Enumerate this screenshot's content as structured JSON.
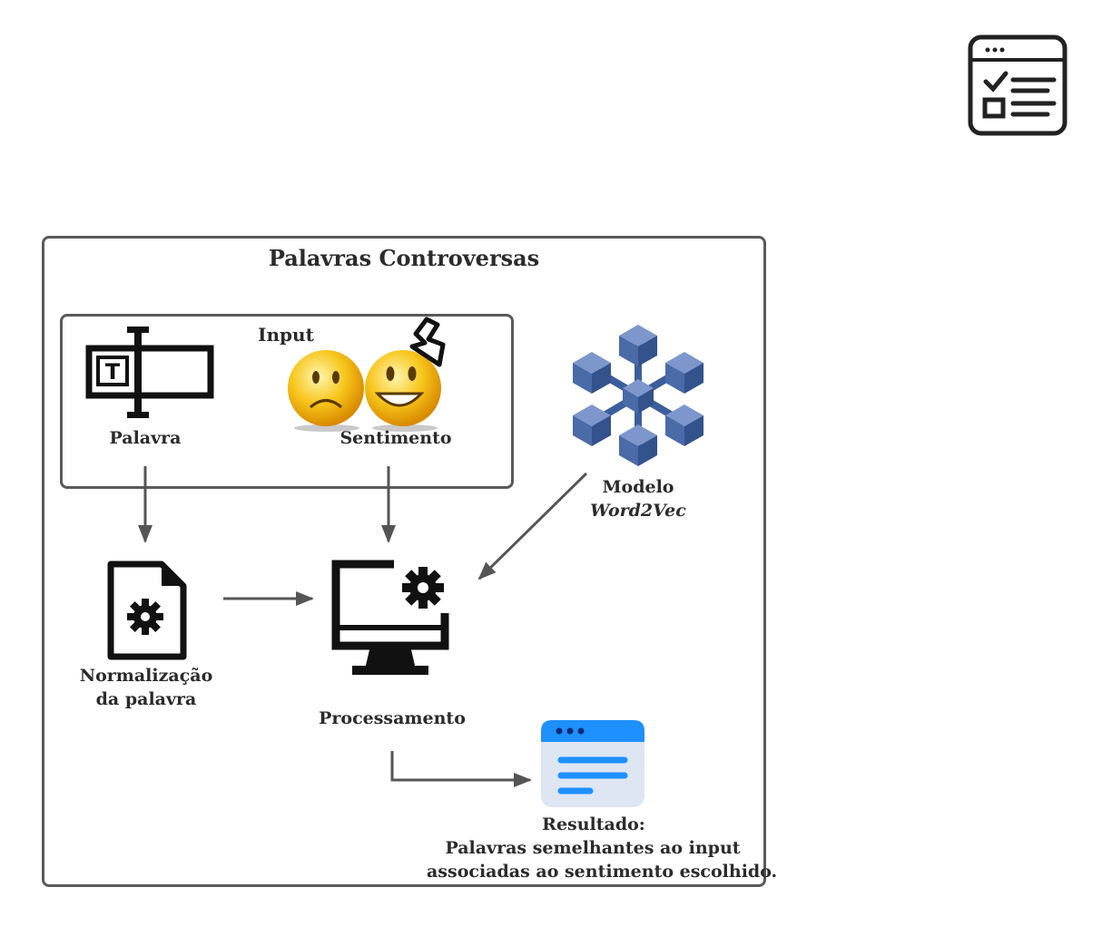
{
  "diagram": {
    "title": "Palavras Controversas",
    "input_group": {
      "label": "Input"
    },
    "nodes": {
      "palavra": {
        "label": "Palavra"
      },
      "sentimento": {
        "label": "Sentimento"
      },
      "modelo": {
        "line1": "Modelo",
        "line2": "Word2Vec"
      },
      "normalizacao": {
        "line1": "Normalização",
        "line2": "da palavra"
      },
      "processamento": {
        "label": "Processamento"
      },
      "resultado": {
        "line1": "Resultado:",
        "line2": "Palavras semelhantes ao input",
        "line3": "associadas ao sentimento escolhido."
      }
    },
    "icons": {
      "corner": "checklist-window-icon",
      "palavra": "text-cursor-field-icon",
      "sentimento": "sad-happy-emoji-icon",
      "modelo": "cube-network-icon",
      "normalizacao": "document-gear-icon",
      "processamento": "monitor-gear-icon",
      "resultado": "browser-window-icon"
    },
    "colors": {
      "frame": "#5a5a5a",
      "arrow": "#555555",
      "cube": "#4a6aa8",
      "browser_header": "#1e90ff",
      "browser_body": "#dde6f2"
    }
  }
}
